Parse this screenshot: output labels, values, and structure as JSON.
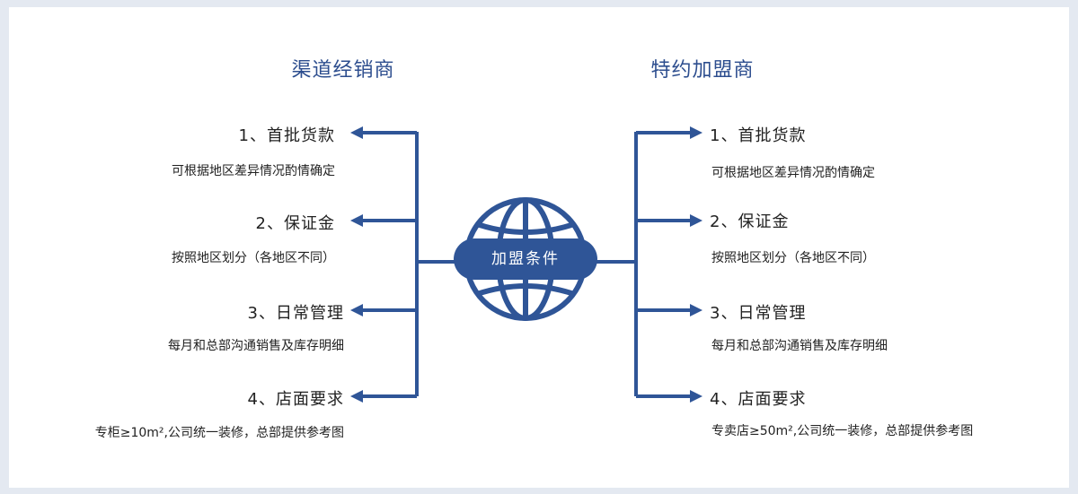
{
  "colors": {
    "accent": "#2f5597",
    "background": "#e4e9f1",
    "card": "#ffffff",
    "text": "#222222"
  },
  "center": {
    "label": "加盟条件",
    "icon": "globe-icon"
  },
  "left": {
    "title": "渠道经销商",
    "items": [
      {
        "title": "1、首批货款",
        "desc": "可根据地区差异情况酌情确定"
      },
      {
        "title": "2、保证金",
        "desc": "按照地区划分（各地区不同）"
      },
      {
        "title": "3、日常管理",
        "desc": "每月和总部沟通销售及库存明细"
      },
      {
        "title": "4、店面要求",
        "desc": "专柜≥10m²,公司统一装修，总部提供参考图"
      }
    ]
  },
  "right": {
    "title": "特约加盟商",
    "items": [
      {
        "title": "1、首批货款",
        "desc": "可根据地区差异情况酌情确定"
      },
      {
        "title": "2、保证金",
        "desc": "按照地区划分（各地区不同）"
      },
      {
        "title": "3、日常管理",
        "desc": "每月和总部沟通销售及库存明细"
      },
      {
        "title": "4、店面要求",
        "desc": "专卖店≥50m²,公司统一装修，总部提供参考图"
      }
    ]
  }
}
